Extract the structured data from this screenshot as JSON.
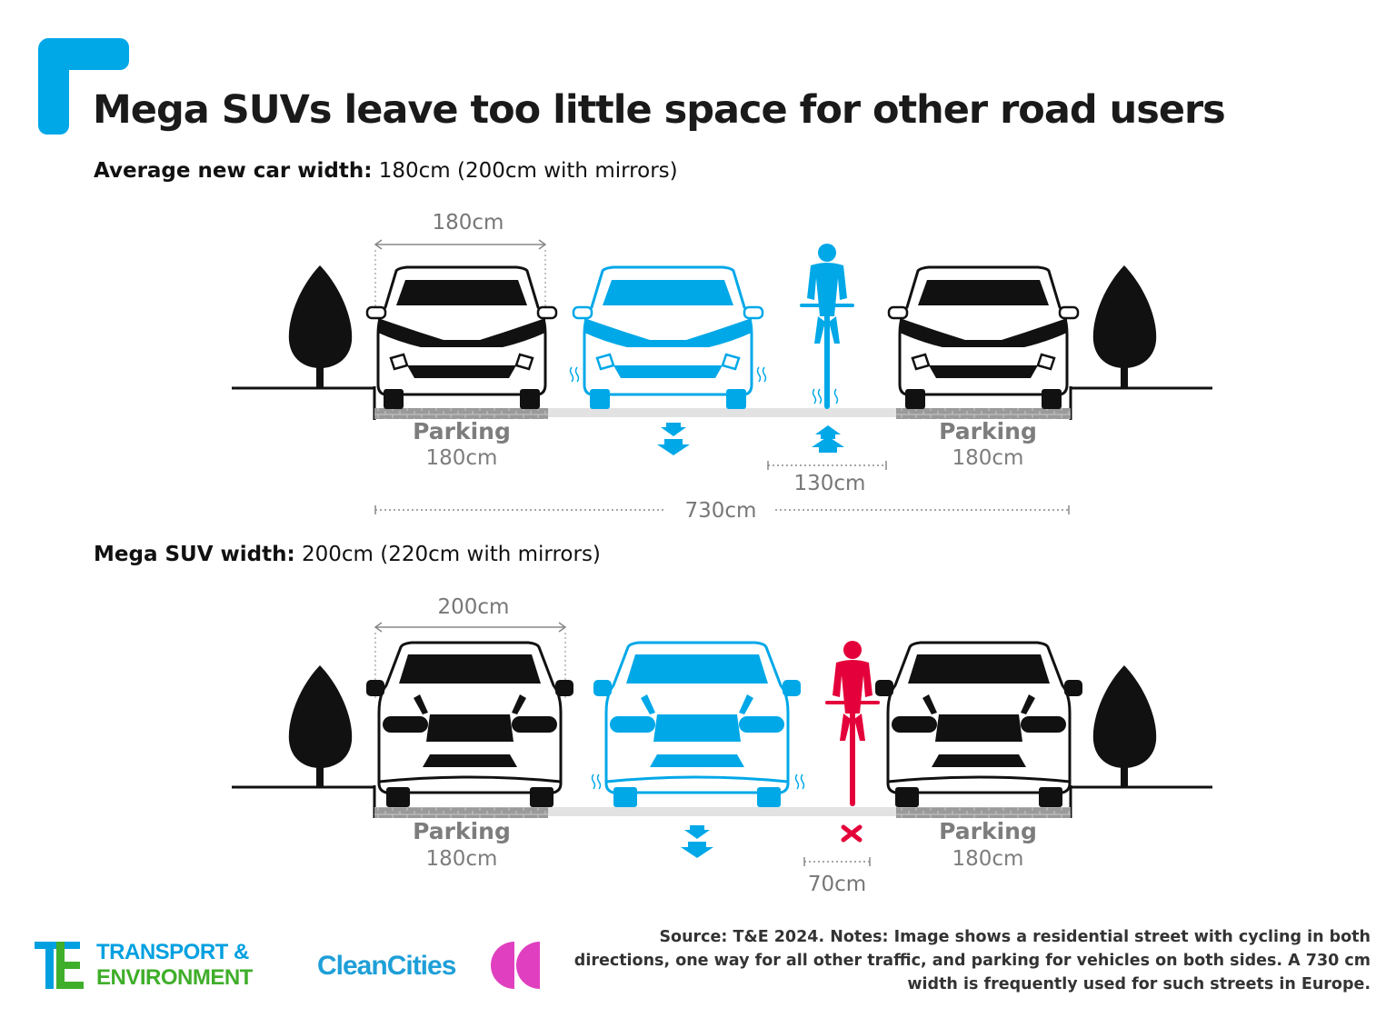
{
  "title": "Mega SUVs leave too little space for other road users",
  "section1": {
    "heading_bold": "Average new car width:",
    "heading_rest": " 180cm (200cm with mirrors)",
    "car_width": "180cm",
    "left_parking_label": "Parking",
    "left_parking_width": "180cm",
    "right_parking_label": "Parking",
    "right_parking_width": "180cm",
    "cycle_gap": "130cm",
    "street_width": "730cm"
  },
  "section2": {
    "heading_bold": "Mega SUV width:",
    "heading_rest": " 200cm (220cm with mirrors)",
    "car_width": "200cm",
    "left_parking_label": "Parking",
    "left_parking_width": "180cm",
    "right_parking_label": "Parking",
    "right_parking_width": "180cm",
    "cycle_gap": "70cm"
  },
  "source": "Source: T&E 2024. Notes: Image shows a residential street with cycling in both directions, one way for all other traffic, and parking for vehicles on both sides.  A 730 cm width is frequently used for such streets in Europe.",
  "logos": {
    "te_line1": "TRANSPORT &",
    "te_line2": "ENVIRONMENT",
    "cleancities": "CleanCities"
  },
  "colors": {
    "accent_blue": "#00a8e8",
    "warning_red": "#e4003a",
    "te_blue": "#00a0e0",
    "te_green": "#3fae2a",
    "cc_pink": "#e040c0",
    "grey_text": "#7d7d7d"
  },
  "icons": [
    "corner-bracket-logo-icon",
    "tree-icon",
    "car-front-icon",
    "cyclist-icon",
    "down-arrow-icon",
    "up-arrow-icon",
    "cross-icon"
  ]
}
